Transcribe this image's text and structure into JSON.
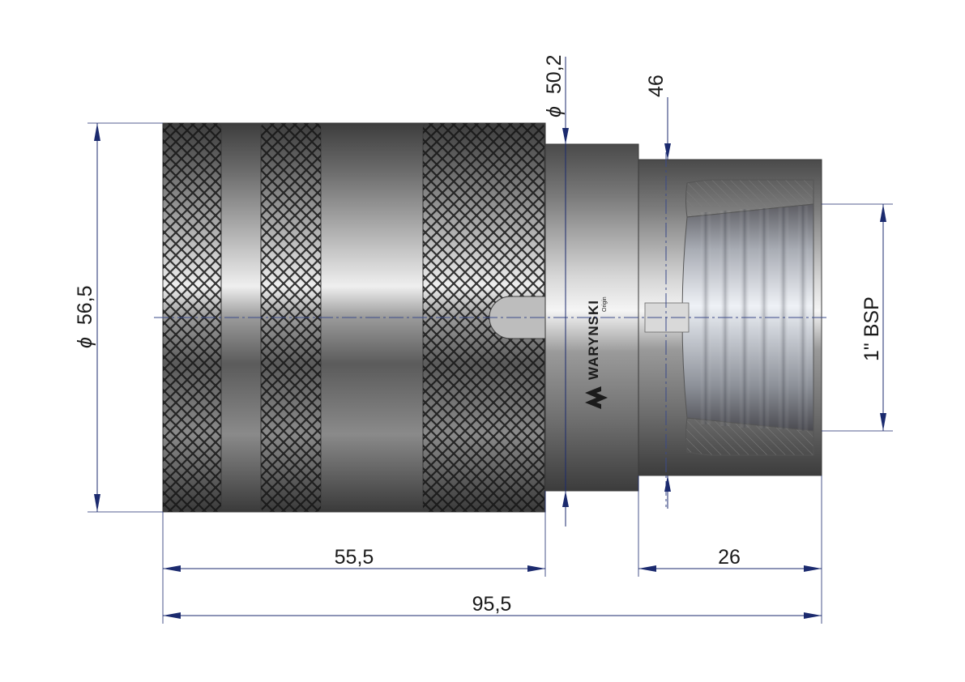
{
  "dimensions": {
    "outer_diameter": {
      "symbol": "ϕ",
      "value": "56,5"
    },
    "sleeve_diameter": {
      "symbol": "ϕ",
      "value": "50,2"
    },
    "hex_size": "46",
    "thread": "1\" BSP",
    "sleeve_length": "55,5",
    "thread_depth": "26",
    "overall_length": "95,5"
  },
  "brand": {
    "name": "WARYNSKI",
    "sub": "Origin"
  },
  "colors": {
    "dimension_line": "#1b2a6e",
    "centerline": "#3a4a8a",
    "metal_dark": "#4a4a4a",
    "metal_light": "#f0f0f0",
    "thread_light": "#e9edf3",
    "hatch": "#7d7d7d"
  }
}
